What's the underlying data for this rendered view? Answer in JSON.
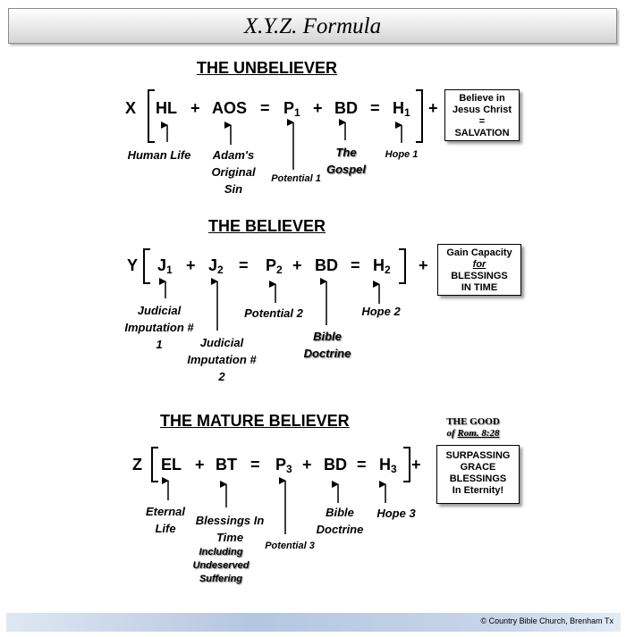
{
  "title": "X.Y.Z. Formula",
  "footer": "© Country Bible Church, Brenham Tx",
  "sections": {
    "unbeliever": {
      "title": "THE   UNBELIEVER",
      "variable": "X",
      "terms": [
        "HL",
        "+",
        "AOS",
        "=",
        "P",
        "1",
        "+",
        "BD",
        "=",
        "H",
        "1"
      ],
      "plus_outside": "+",
      "labels": [
        "Human Life",
        "Adam's Original Sin",
        "Potential 1",
        "The Gospel",
        "Hope 1"
      ],
      "box": [
        "Believe in",
        "Jesus Christ",
        "=",
        "SALVATION"
      ]
    },
    "believer": {
      "title": "THE   BELIEVER",
      "variable": "Y",
      "terms": [
        "J",
        "1",
        "+",
        "J",
        "2",
        "=",
        "P",
        "2",
        "+",
        "BD",
        "=",
        "H",
        "2"
      ],
      "plus_outside": "+",
      "labels": [
        "Judicial Imputation # 1",
        "Judicial Imputation # 2",
        "Potential 2",
        "Bible Doctrine",
        "Hope 2"
      ],
      "box": [
        "Gain Capacity",
        "for",
        "BLESSINGS",
        "IN TIME"
      ]
    },
    "mature": {
      "title": "THE   MATURE  BELIEVER",
      "variable": "Z",
      "terms": [
        "EL",
        "+",
        "BT",
        "=",
        "P",
        "3",
        "+",
        "BD",
        "=",
        "H",
        "3"
      ],
      "plus_outside": "+",
      "labels": [
        "Eternal Life",
        "Blessings In Time",
        "Including Undeserved Suffering",
        "Potential 3",
        "Bible Doctrine",
        "Hope 3"
      ],
      "good_title": "THE GOOD",
      "good_ref_prefix": "of",
      "good_ref": "Rom. 8:28",
      "box": [
        "SURPASSING",
        "GRACE",
        "BLESSINGS",
        "In Eternity!"
      ]
    }
  }
}
